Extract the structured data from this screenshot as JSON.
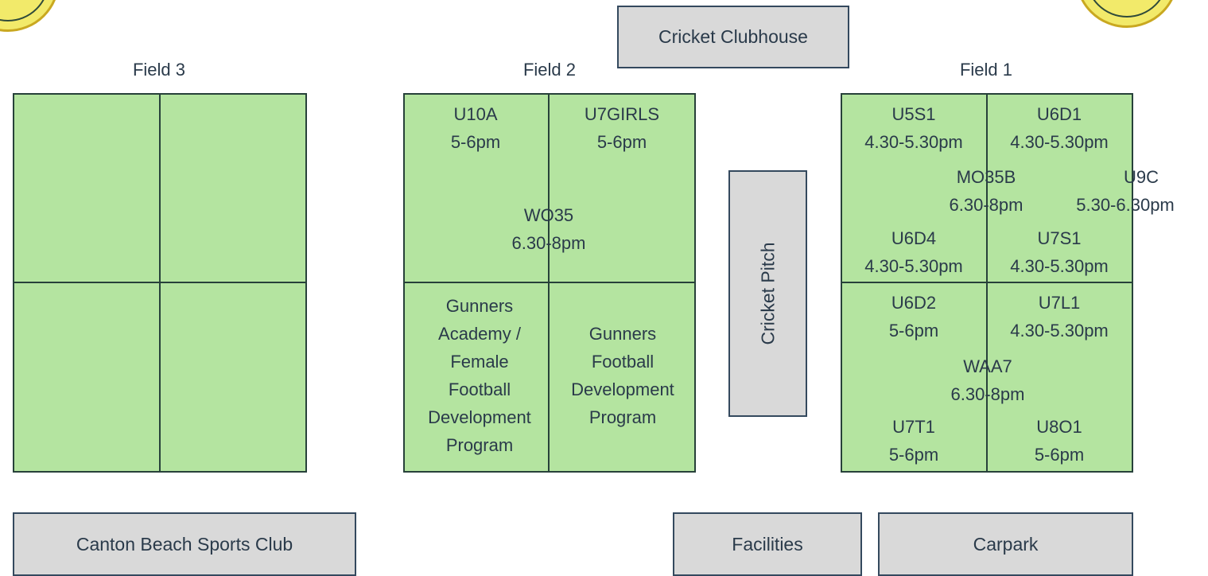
{
  "buildings": {
    "clubhouse": "Cricket Clubhouse",
    "sports_club": "Canton Beach Sports Club",
    "facilities": "Facilities",
    "carpark": "Carpark",
    "pitch": "Cricket Pitch"
  },
  "fields": {
    "field3": {
      "title": "Field 3"
    },
    "field2": {
      "title": "Field 2",
      "slots": [
        {
          "team": "U10A",
          "time": "5-6pm"
        },
        {
          "team": "U7GIRLS",
          "time": "5-6pm"
        },
        {
          "team": "WO35",
          "time": "6.30-8pm"
        }
      ],
      "programs": [
        [
          "Gunners",
          "Academy /",
          "Female",
          "Football",
          "Development",
          "Program"
        ],
        [
          "Gunners",
          "Football",
          "Development",
          "Program"
        ]
      ]
    },
    "field1": {
      "title": "Field 1",
      "slots": [
        {
          "team": "U5S1",
          "time": "4.30-5.30pm"
        },
        {
          "team": "U6D1",
          "time": "4.30-5.30pm"
        },
        {
          "team": "MO35B",
          "time": "6.30-8pm"
        },
        {
          "team": "U9C",
          "time": "5.30-6.30pm"
        },
        {
          "team": "U6D4",
          "time": "4.30-5.30pm"
        },
        {
          "team": "U7S1",
          "time": "4.30-5.30pm"
        },
        {
          "team": "U6D2",
          "time": "5-6pm"
        },
        {
          "team": "U7L1",
          "time": "4.30-5.30pm"
        },
        {
          "team": "WAA7",
          "time": "6.30-8pm"
        },
        {
          "team": "U7T1",
          "time": "5-6pm"
        },
        {
          "team": "U8O1",
          "time": "5-6pm"
        }
      ]
    }
  }
}
